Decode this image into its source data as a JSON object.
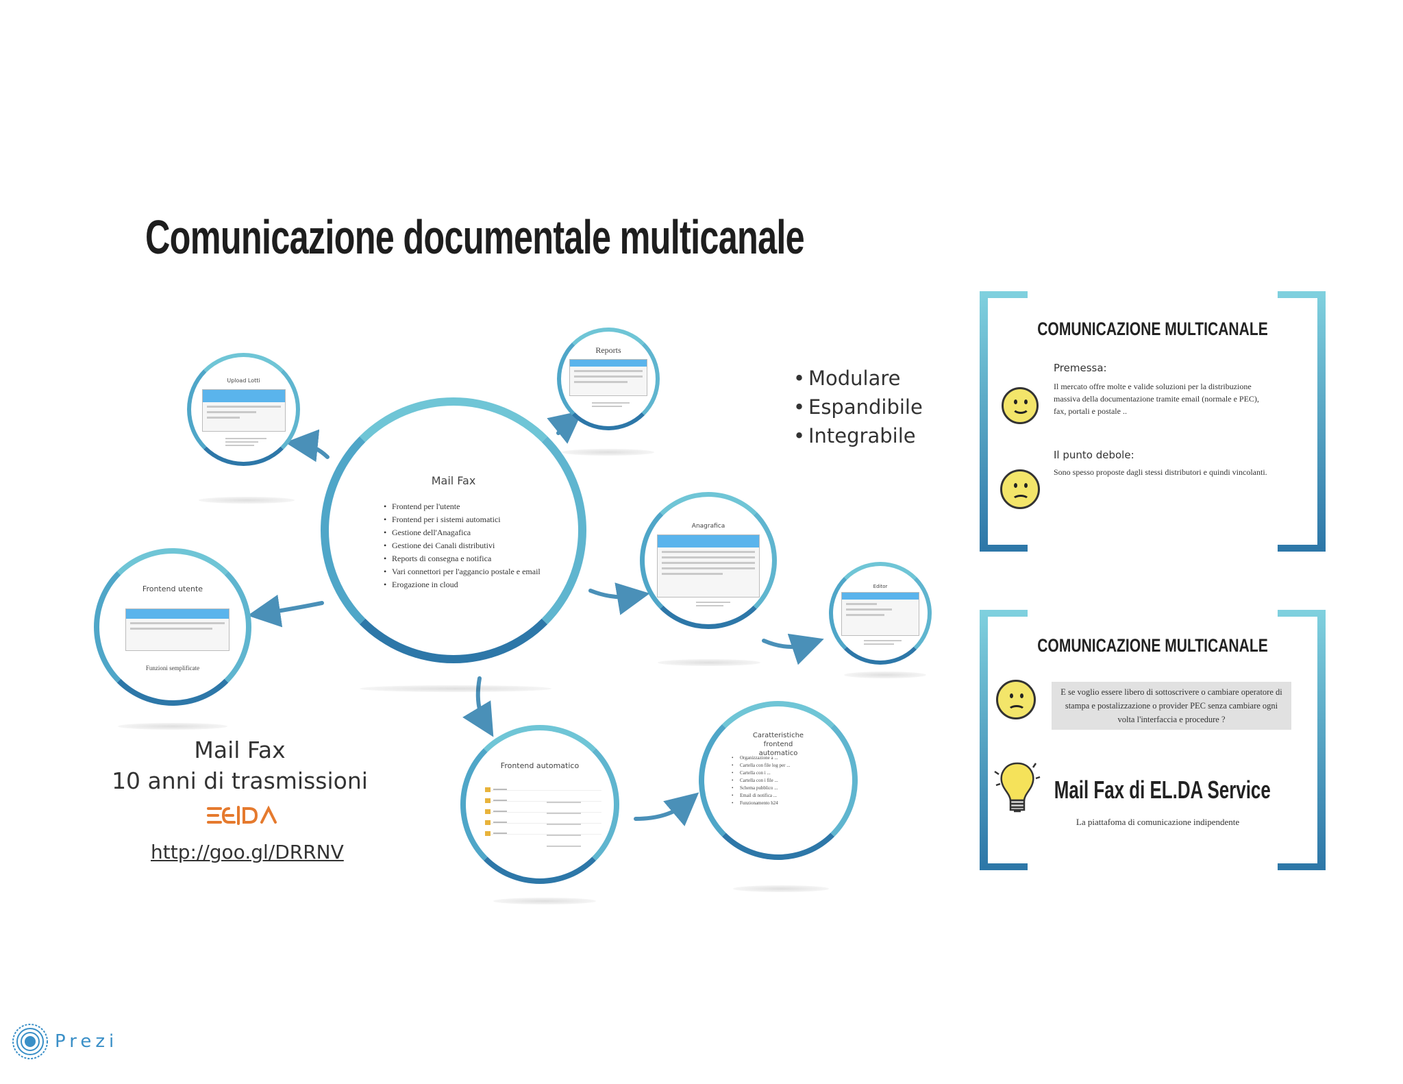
{
  "title": "Comunicazione documentale multicanale",
  "center": {
    "title": "Mail Fax",
    "bullets": [
      "Frontend per l'utente",
      "Frontend per i sistemi automatici",
      "Gestione dell'Anagafica",
      "Gestione dei Canali distributivi",
      "Reports di consegna e notifica",
      "Vari connettori per l'aggancio postale e email",
      "Erogazione in cloud"
    ]
  },
  "nodes": {
    "upload": {
      "title": "Upload Lotti"
    },
    "reports": {
      "title": "Reports"
    },
    "anagrafica": {
      "title": "Anagrafica"
    },
    "editor": {
      "title": "Editor"
    },
    "frontend_utente": {
      "title": "Frontend utente",
      "caption": "Funzioni semplificate"
    },
    "frontend_automatico": {
      "title": "Frontend automatico"
    },
    "caratteristiche": {
      "title": "Caratteristiche frontend automatico",
      "bullets": [
        "Organizzazione a ...",
        "Cartella con file log per ...",
        "Cartella con i ...",
        "Cartella con i file ...",
        "Schema pubblico ...",
        "Email di notifica ...",
        "Funzionamento h24"
      ]
    }
  },
  "features": [
    "Modulare",
    "Espandibile",
    "Integrabile"
  ],
  "footer": {
    "line1": "Mail Fax",
    "line2": "10 anni di trasmissioni",
    "logo": "ELDA",
    "url": "http://goo.gl/DRRNV"
  },
  "card1": {
    "title": "COMUNICAZIONE MULTICANALE",
    "premessa_label": "Premessa:",
    "premessa_text": "Il mercato offre molte e valide soluzioni per la distribuzione massiva della documentazione tramite email (normale e PEC), fax, portali e postale ..",
    "debole_label": "Il punto debole:",
    "debole_text": "Sono spesso proposte dagli stessi distributori e quindi vincolanti."
  },
  "card2": {
    "title": "COMUNICAZIONE MULTICANALE",
    "question": "E se voglio essere libero di sottoscrivere o cambiare operatore di stampa e postalizzazione o provider PEC senza cambiare ogni volta l'interfaccia e procedure ?",
    "product": "Mail Fax di EL.DA Service",
    "tagline": "La piattafoma di comunicazione indipendente"
  },
  "brand": "Prezi",
  "colors": {
    "ring_light": "#6fc5d6",
    "ring_dark": "#2d77a8",
    "bracket": "#3a8fbf",
    "arrow": "#4a90b8",
    "face": "#f3e56a"
  }
}
